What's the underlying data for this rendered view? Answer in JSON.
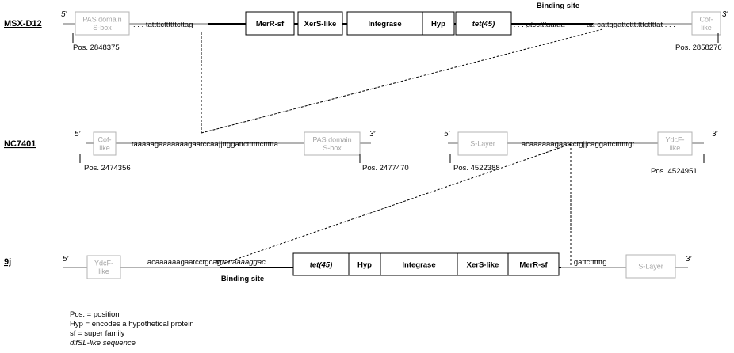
{
  "rows": [
    {
      "id": "msx",
      "label": "MSX-D12",
      "five": "5′",
      "three": "3′",
      "flank_left": "PAS domain\nS-box",
      "seq_left": ". . . tattttcttttttcttag",
      "genes": [
        {
          "label": "MerR-sf",
          "italic": false
        },
        {
          "label": "XerS-like",
          "italic": false
        },
        {
          "label": "Integrase",
          "italic": false
        },
        {
          "label": "Hyp",
          "italic": false
        },
        {
          "label": "tet(45)",
          "italic": true
        }
      ],
      "binding_label": "Binding site",
      "seq_right_italic": ". . . gtcctttaataa",
      "seq_right_plain": "aa cattggattctttttttcttttat . . .",
      "flank_right": "Cof-\nlike",
      "pos_left": "Pos. 2848375",
      "pos_right": "Pos. 2858276"
    },
    {
      "id": "nc_a",
      "label": "NC7401",
      "five": "5′",
      "three": "3′",
      "flank_left": "Cof-\nlike",
      "seq": ". . . taaaaagaaaaaaagaatccaa||ttggattcttttttcttttta . . .",
      "flank_right": "PAS domain\nS-box",
      "pos_left": "Pos. 2474356",
      "pos_right": "Pos. 2477470"
    },
    {
      "id": "nc_b",
      "five": "5′",
      "three": "3′",
      "flank_left": "S-Layer",
      "seq": ". . . acaaaaaagaatcctg||caggattcttttttgt . . .",
      "flank_right": "YdcF-\nlike",
      "pos_left": "Pos. 4522388",
      "pos_right": "Pos. 4524951"
    },
    {
      "id": "j9",
      "label": "9j",
      "five": "5′",
      "three": "3′",
      "flank_left": "YdcF-\nlike",
      "seq_left_plain": ". . . acaaaaaagaatcctgcag",
      "seq_left_italic": " ttttattaaaaggac",
      "genes": [
        {
          "label": "tet(45)",
          "italic": true
        },
        {
          "label": "Hyp",
          "italic": false
        },
        {
          "label": "Integrase",
          "italic": false
        },
        {
          "label": "XerS-like",
          "italic": false
        },
        {
          "label": "MerR-sf",
          "italic": false
        }
      ],
      "binding_label": "Binding site",
      "seq_right": ". . . gattcttttttg . . .",
      "flank_right": "S-Layer"
    }
  ],
  "legend": [
    {
      "text": "Pos. = position",
      "italic": false
    },
    {
      "text": "Hyp = encodes a hypothetical protein",
      "italic": false
    },
    {
      "text": "sf = super family",
      "italic": false
    },
    {
      "text": "difSL-like sequence",
      "italic": true
    }
  ],
  "colors": {
    "ink": "#000000",
    "flank": "#b3b3b3",
    "flank_text": "#a6a6a6"
  }
}
